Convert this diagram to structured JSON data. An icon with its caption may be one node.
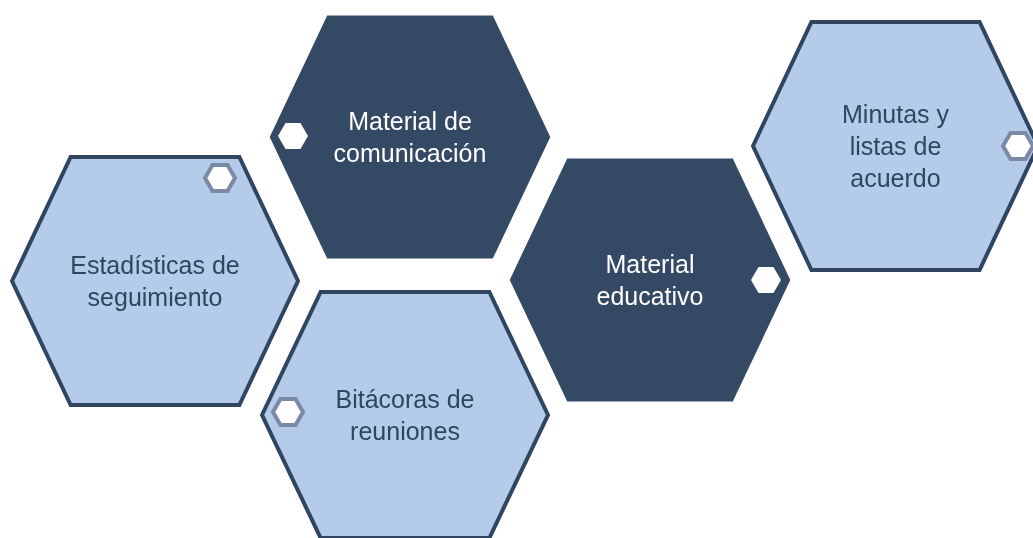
{
  "diagram": {
    "nodes": [
      {
        "text": [
          "Estadísticas de seguimiento"
        ]
      },
      {
        "text": [
          "Material de comunicación"
        ]
      },
      {
        "text": [
          "Bitácoras de reuniones"
        ]
      },
      {
        "text": [
          "Material educativo"
        ]
      },
      {
        "text": [
          "Minutas y listas de acuerdo"
        ]
      }
    ]
  }
}
